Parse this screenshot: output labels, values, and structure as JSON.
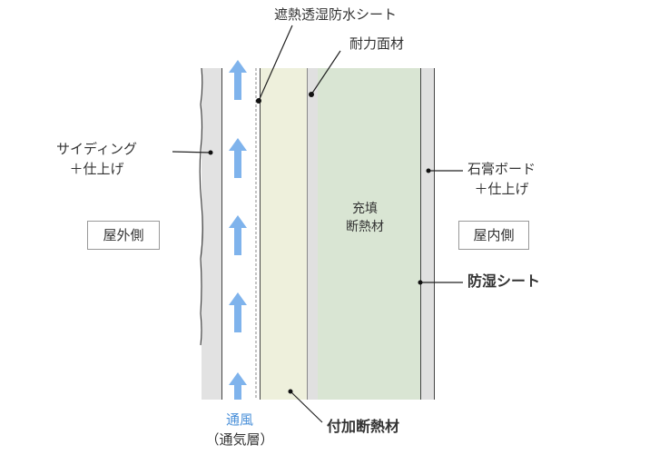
{
  "labels": {
    "vapor_permeable_sheet": "遮熱透湿防水シート",
    "structural_panel": "耐力面材",
    "siding_line1": "サイディング",
    "siding_line2": "＋仕上げ",
    "exterior": "屋外側",
    "fill_insulation_line1": "充填",
    "fill_insulation_line2": "断熱材",
    "interior": "屋内側",
    "gypsum_line1": "石膏ボード",
    "gypsum_line2": "＋仕上げ",
    "vapor_barrier": "防湿シート",
    "additional_insulation": "付加断熱材",
    "ventilation": "通風",
    "ventilation_layer": "（通気層）"
  },
  "colors": {
    "siding": "#e2e2e2",
    "board": "#e0e0e0",
    "additional_insulation": "#eef0dc",
    "fill_insulation": "#d9e5d3",
    "arrow": "#7fb3ec",
    "ventilation_text": "#4a90d9"
  }
}
